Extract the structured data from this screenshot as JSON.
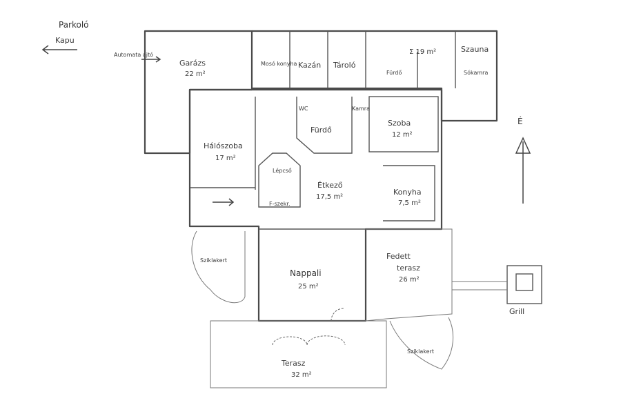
{
  "labels": {
    "parking": "Parkoló",
    "gate": "Kapu",
    "auto_gate": "Automata ajtó",
    "north": "É",
    "garage": "Garázs",
    "garage_area": "22 m²",
    "laundry": "Mosó konyha",
    "boiler": "Kazán",
    "storage": "Tároló",
    "bath_top": "Fürdő",
    "sigma_area": "Σ 19 m²",
    "sauna": "Szauna",
    "steam": "Sókamra",
    "wc": "WC",
    "bath_mid": "Fürdő",
    "pantry": "Kamra",
    "room": "Szoba",
    "room_area": "12 m²",
    "bedroom": "Hálószoba",
    "bedroom_area": "17 m²",
    "stairs": "Lépcső",
    "stairs2": "F-szekr.",
    "dining": "Étkező",
    "dining_area": "17,5 m²",
    "kitchen": "Konyha",
    "kitchen_area": "7,5 m²",
    "rockgarden_left": "Sziklakert",
    "living": "Nappali",
    "living_area": "25 m²",
    "covered_terrace": "Fedett",
    "covered_terrace2": "terasz",
    "covered_terrace_area": "26 m²",
    "grill": "Grill",
    "rockgarden_right": "Sziklakert",
    "terrace": "Terasz",
    "terrace_area": "32 m²"
  }
}
